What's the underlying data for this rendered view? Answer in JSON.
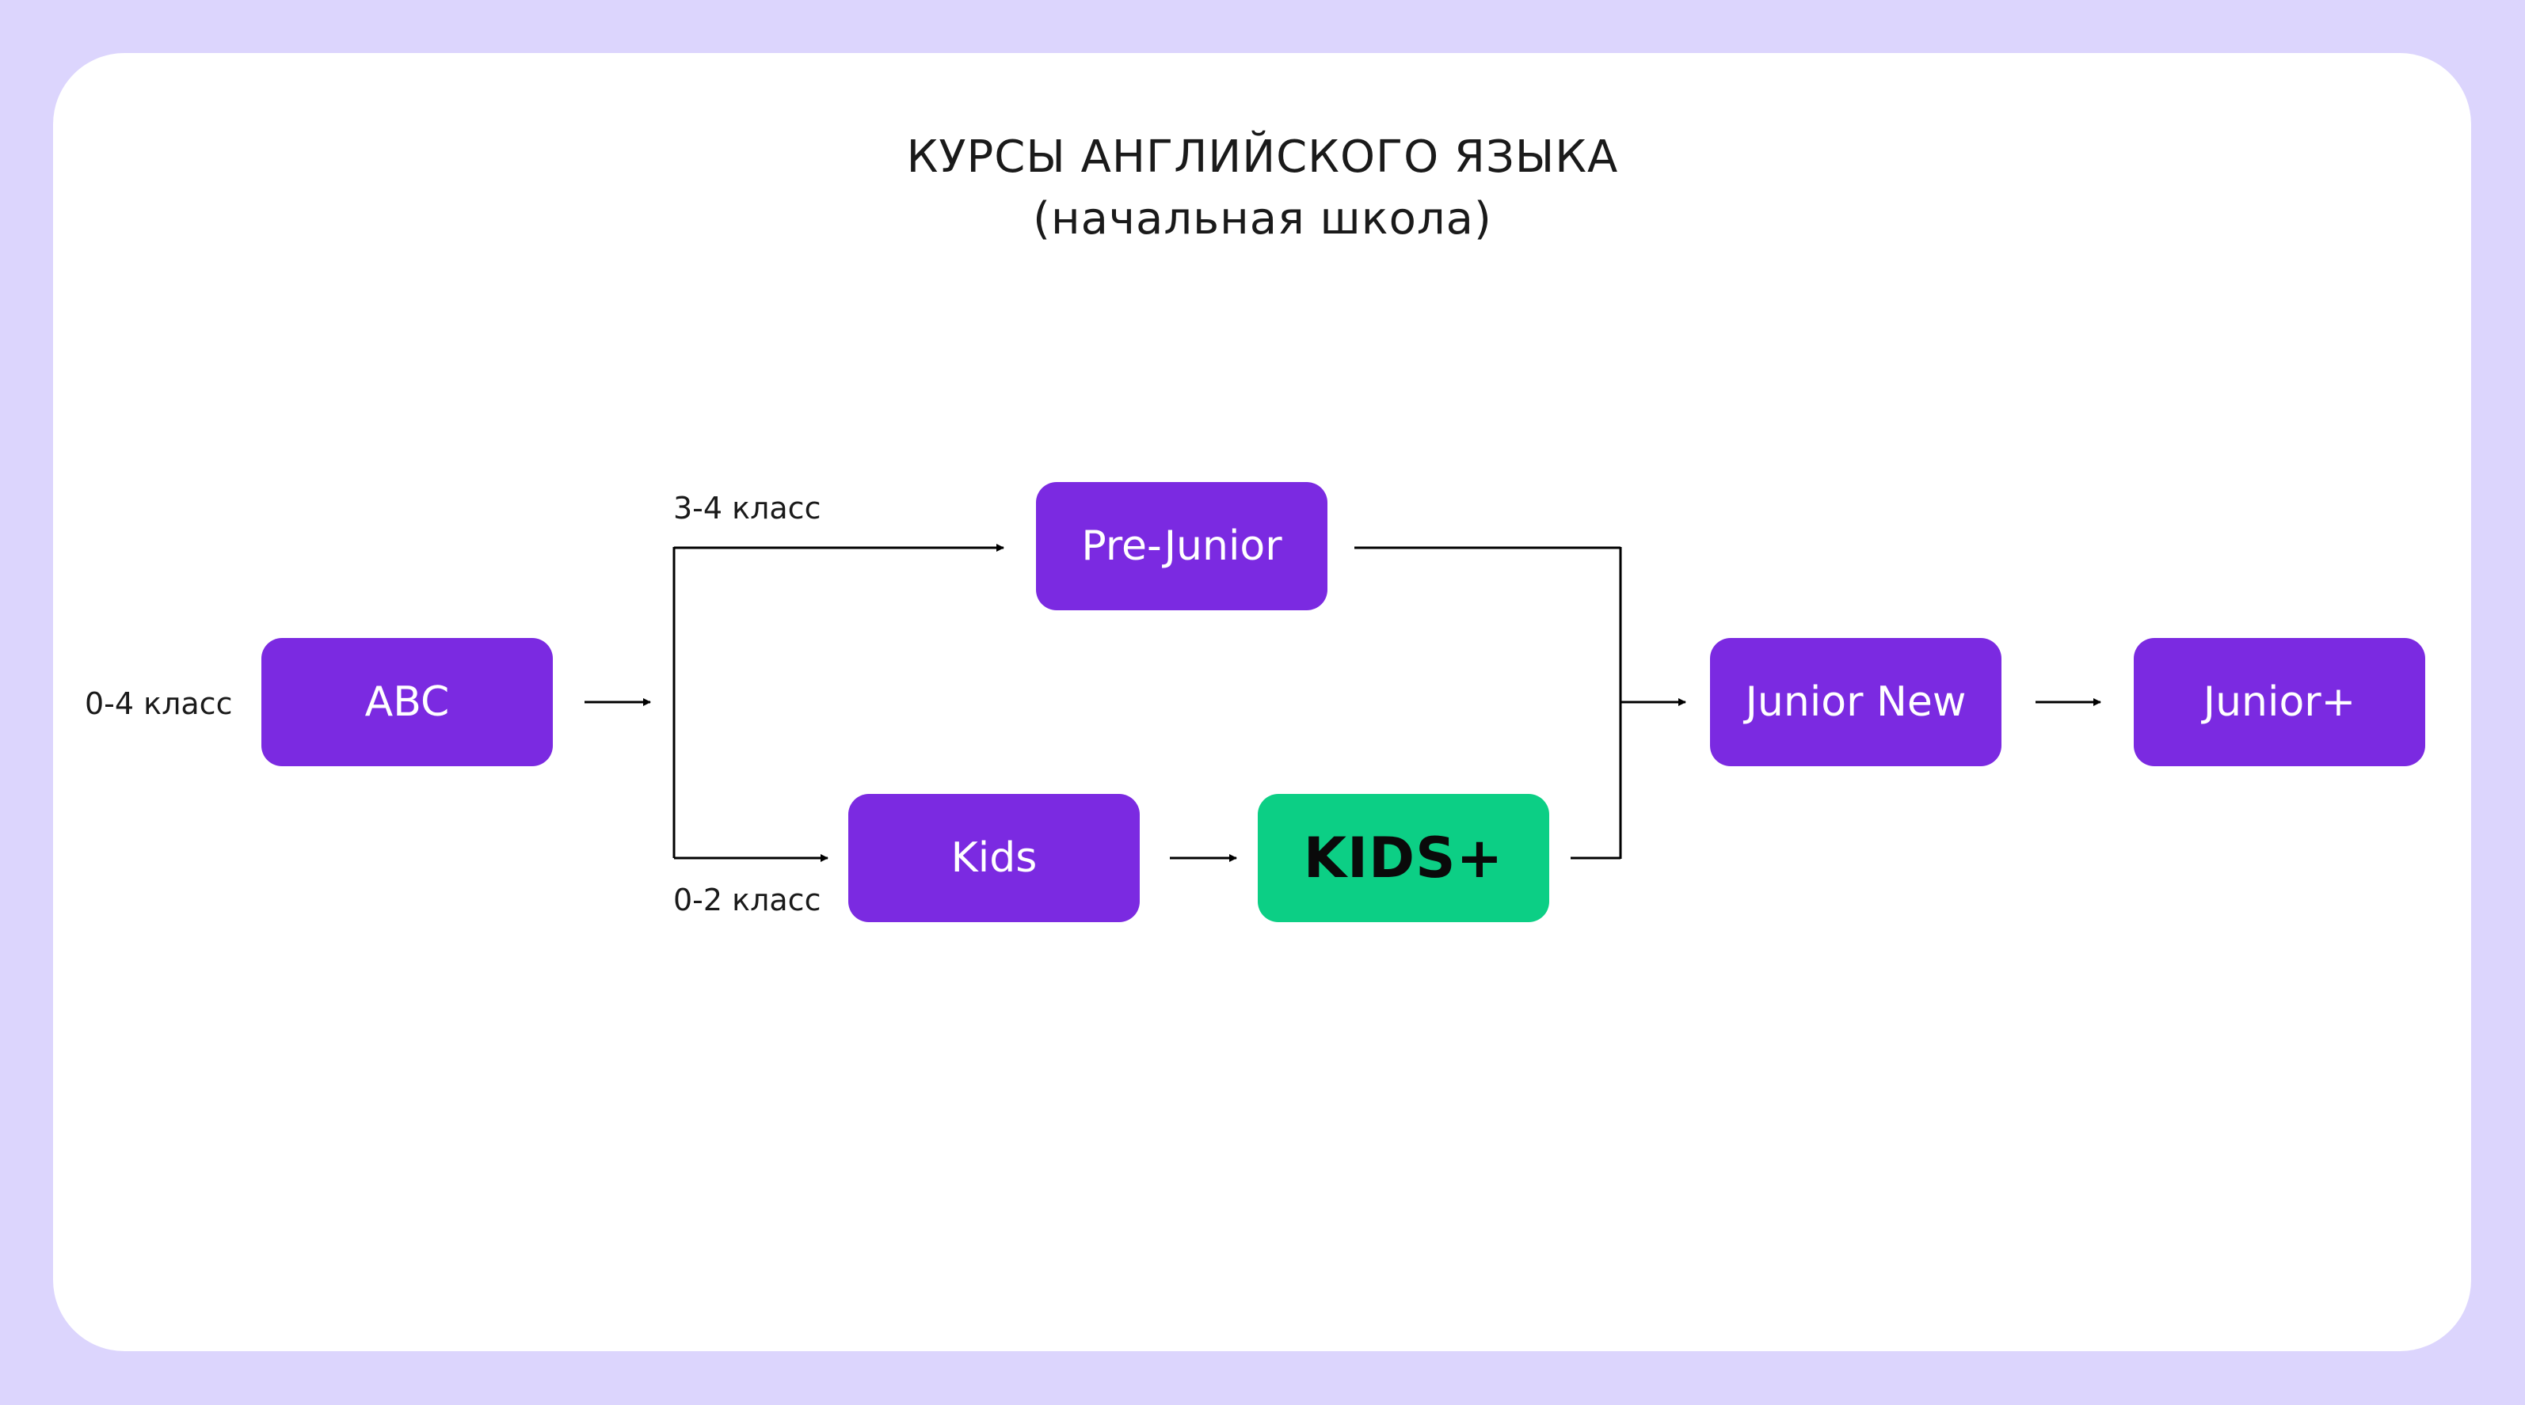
{
  "title": {
    "line1": "КУРСЫ АНГЛИЙСКОГО ЯЗЫКА",
    "line2": "(начальная школа)"
  },
  "nodes": {
    "abc": "ABC",
    "pre_junior": "Pre-Junior",
    "kids": "Kids",
    "kids_plus": "KIDS+",
    "junior_new": "Junior New",
    "junior_plus": "Junior+"
  },
  "labels": {
    "abc_grade": "0-4 класс",
    "pre_junior_grade": "3-4 класс",
    "kids_grade": "0-2 класс"
  },
  "colors": {
    "background": "#dcd5fd",
    "card": "#ffffff",
    "node_primary": "#7b2ae1",
    "node_highlight": "#0ccf85",
    "connector": "#000000"
  }
}
